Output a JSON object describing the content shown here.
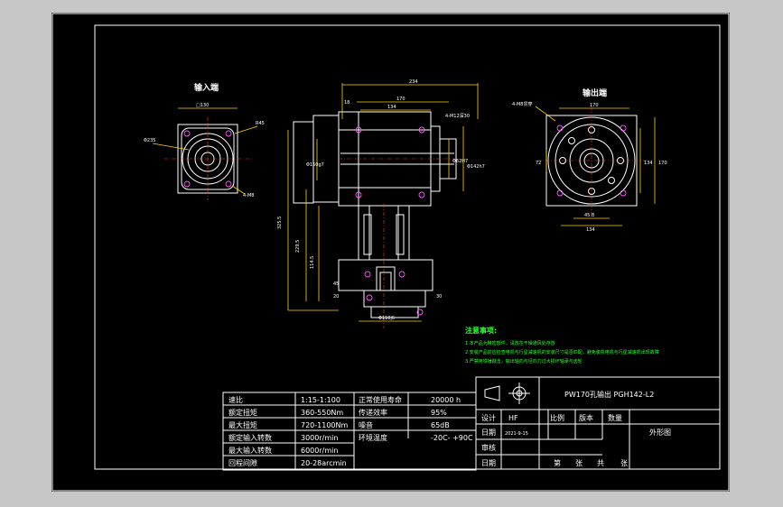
{
  "views": {
    "input_label": "输入端",
    "output_label": "输出端",
    "input_dims": {
      "top": "□130",
      "left": "Φ235",
      "right": "R45",
      "bottom": "4-M8"
    },
    "front_dims": {
      "d234": "234",
      "d170": "170",
      "d134": "134",
      "d18": "18",
      "thread": "4-M12深30",
      "dia1": "Φ142h7",
      "dia2": "Φ62H7",
      "side": "Φ150g7",
      "vert1": "325.5",
      "vert2": "229.5",
      "vert3": "114.5",
      "s1": "45",
      "s2": "20",
      "s3": "Φ110j6",
      "s4": "30"
    },
    "output_dims": {
      "callout": "4-M8贯穿",
      "top": "170",
      "left": "72",
      "right1": "134",
      "right2": "170",
      "bottom1": "45.8",
      "bottom2": "134"
    }
  },
  "notes": {
    "title": "注意事项:",
    "items": [
      "1.本产品为精密部件，请放在干燥通风处存放",
      "2.安装产品前应检查电机与行星减速机的安装尺寸是否匹配，避免装机电机与行星减速机出现故障",
      "3.严禁用铁锤敲击，输出轴向与径向力过大损坏轴承与齿轮"
    ]
  },
  "specs": [
    [
      "速比",
      "1:15-1:100",
      "正常使用寿命",
      "20000 h"
    ],
    [
      "额定扭矩",
      "360-550Nm",
      "传递效率",
      "95%"
    ],
    [
      "最大扭矩",
      "720-1100Nm",
      "噪音",
      "65dB"
    ],
    [
      "额定输入转数",
      "3000r/min",
      "环境温度",
      "-20C- +90C"
    ],
    [
      "最大输入转数",
      "6000r/min",
      "",
      ""
    ],
    [
      "回程间隙",
      "20-28arcmin",
      "",
      ""
    ]
  ],
  "title_block": {
    "model": "PW170孔输出 PGH142-L2",
    "rows": [
      {
        "label": "设计",
        "value": "HF"
      },
      {
        "label": "日期",
        "value": "2021-9-15"
      },
      {
        "label": "审核",
        "value": ""
      },
      {
        "label": "日期",
        "value": ""
      }
    ],
    "headers": [
      "比例",
      "版本",
      "数量"
    ],
    "drawing_name": "外形图",
    "sheet": [
      "第",
      "张",
      "共",
      "张"
    ]
  },
  "colors": {
    "background": "#000000",
    "lines": "#ffffff",
    "dimensions": "#ffd200",
    "centerlines": "#ff3b3b",
    "holes": "#ff55ff",
    "notes": "#33ff33"
  }
}
